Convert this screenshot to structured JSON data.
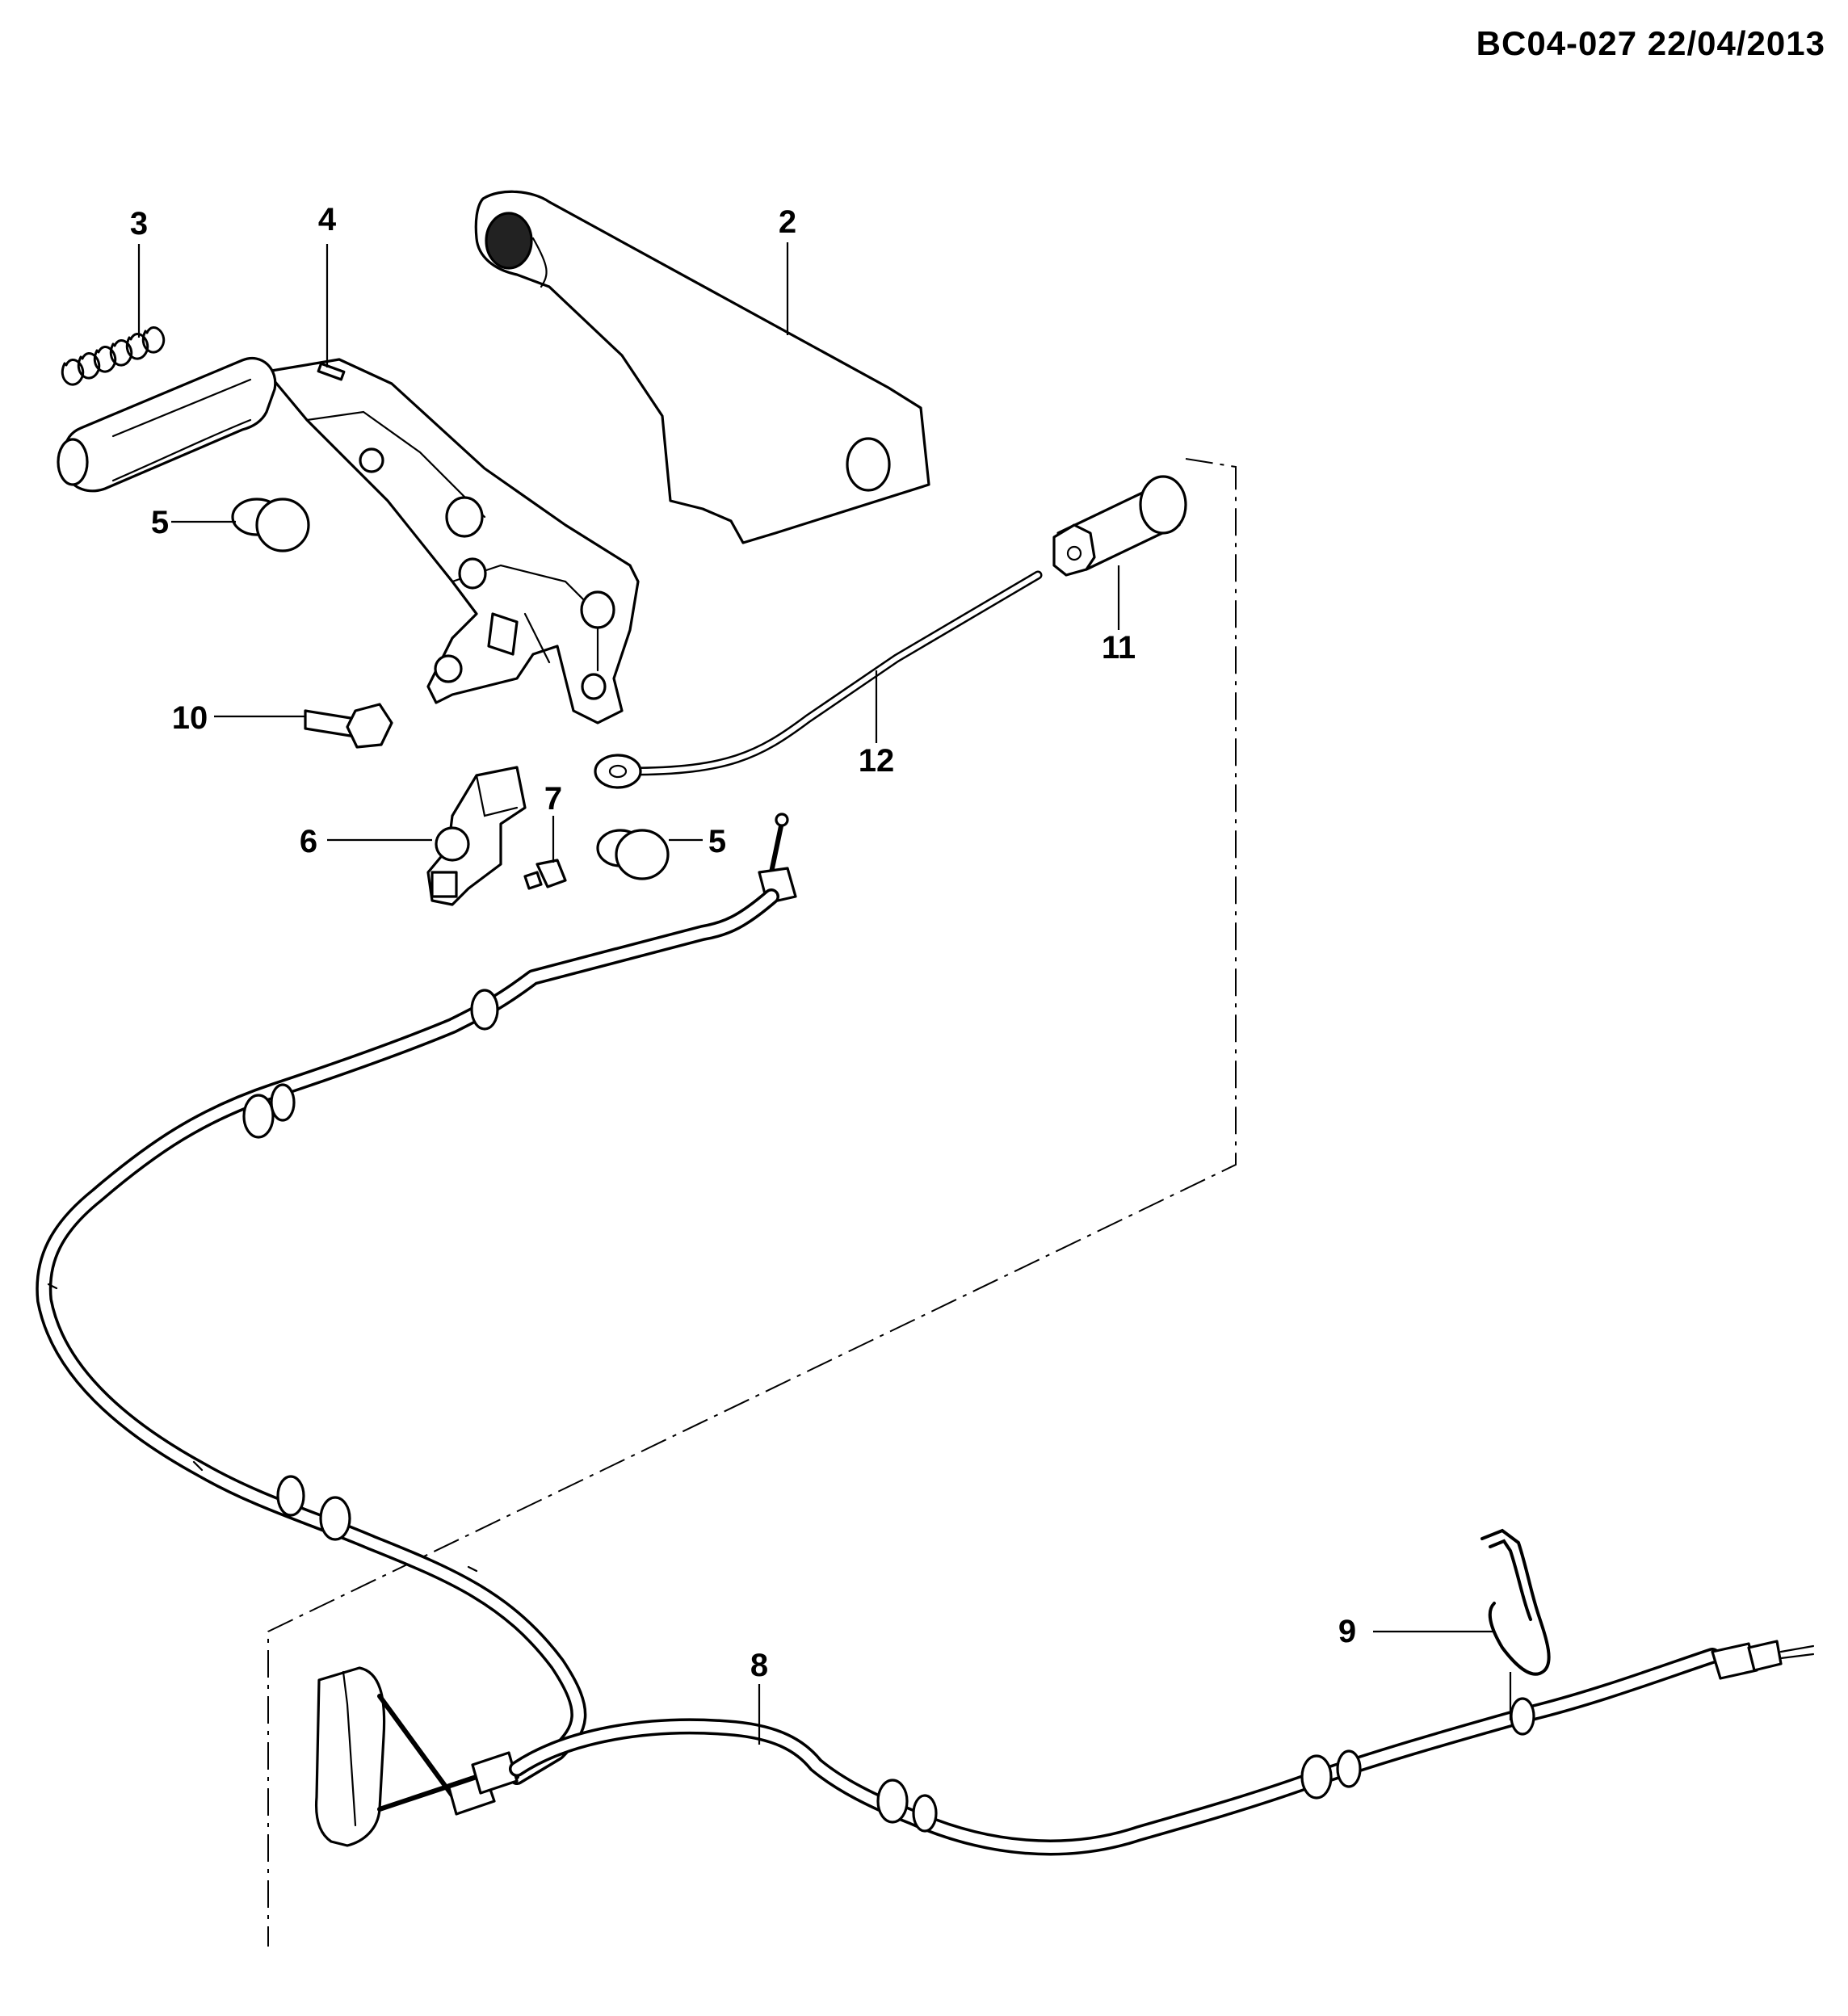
{
  "document_code": "BC04-027  22/04/2013",
  "callouts": [
    {
      "id": "3",
      "label": "3"
    },
    {
      "id": "4",
      "label": "4"
    },
    {
      "id": "2",
      "label": "2"
    },
    {
      "id": "5a",
      "label": "5"
    },
    {
      "id": "11",
      "label": "11"
    },
    {
      "id": "10",
      "label": "10"
    },
    {
      "id": "12",
      "label": "12"
    },
    {
      "id": "7",
      "label": "7"
    },
    {
      "id": "6",
      "label": "6"
    },
    {
      "id": "5b",
      "label": "5"
    },
    {
      "id": "9",
      "label": "9"
    },
    {
      "id": "8",
      "label": "8"
    }
  ]
}
